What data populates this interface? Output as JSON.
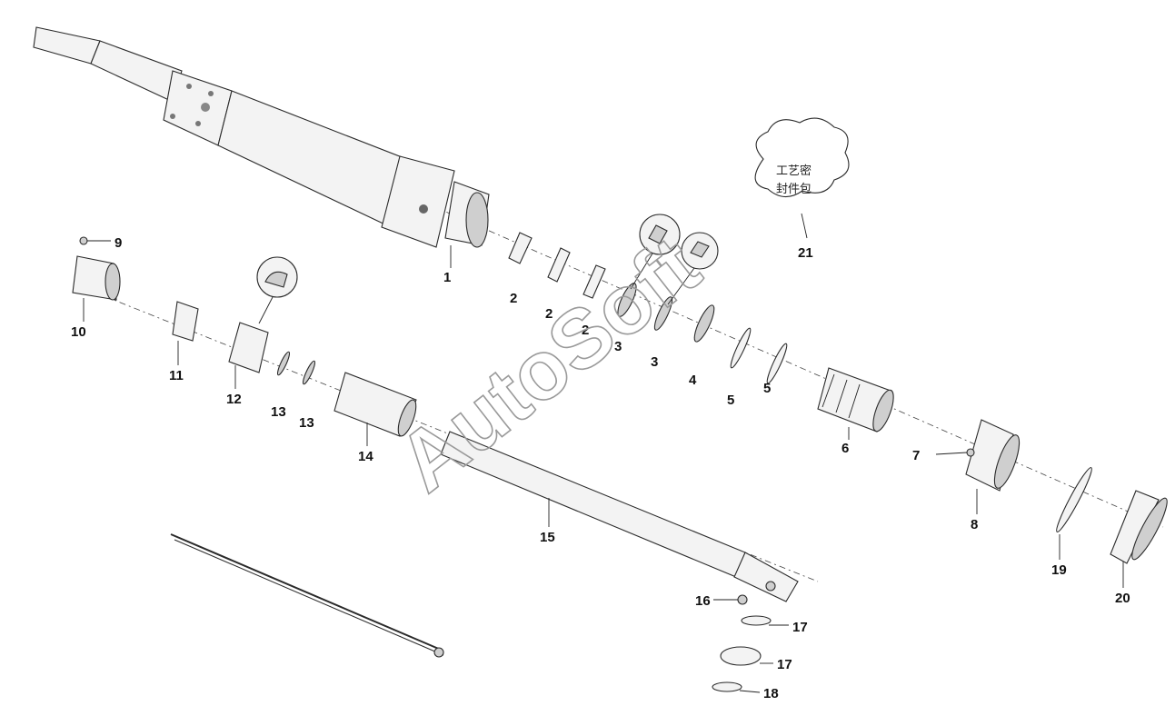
{
  "diagram": {
    "callouts": [
      {
        "id": "c1",
        "text": "1"
      },
      {
        "id": "c2a",
        "text": "2"
      },
      {
        "id": "c2b",
        "text": "2"
      },
      {
        "id": "c2c",
        "text": "2"
      },
      {
        "id": "c3a",
        "text": "3"
      },
      {
        "id": "c3b",
        "text": "3"
      },
      {
        "id": "c4",
        "text": "4"
      },
      {
        "id": "c5a",
        "text": "5"
      },
      {
        "id": "c5b",
        "text": "5"
      },
      {
        "id": "c6",
        "text": "6"
      },
      {
        "id": "c7",
        "text": "7"
      },
      {
        "id": "c8",
        "text": "8"
      },
      {
        "id": "c9",
        "text": "9"
      },
      {
        "id": "c10",
        "text": "10"
      },
      {
        "id": "c11",
        "text": "11"
      },
      {
        "id": "c12",
        "text": "12"
      },
      {
        "id": "c13a",
        "text": "13"
      },
      {
        "id": "c13b",
        "text": "13"
      },
      {
        "id": "c14",
        "text": "14"
      },
      {
        "id": "c15",
        "text": "15"
      },
      {
        "id": "c16",
        "text": "16"
      },
      {
        "id": "c17a",
        "text": "17"
      },
      {
        "id": "c17b",
        "text": "17"
      },
      {
        "id": "c18",
        "text": "18"
      },
      {
        "id": "c19",
        "text": "19"
      },
      {
        "id": "c20",
        "text": "20"
      },
      {
        "id": "c21",
        "text": "21"
      }
    ],
    "cloud_note": {
      "line1": "工艺密",
      "line2": "封件包"
    },
    "watermark": "AutoSoft"
  }
}
